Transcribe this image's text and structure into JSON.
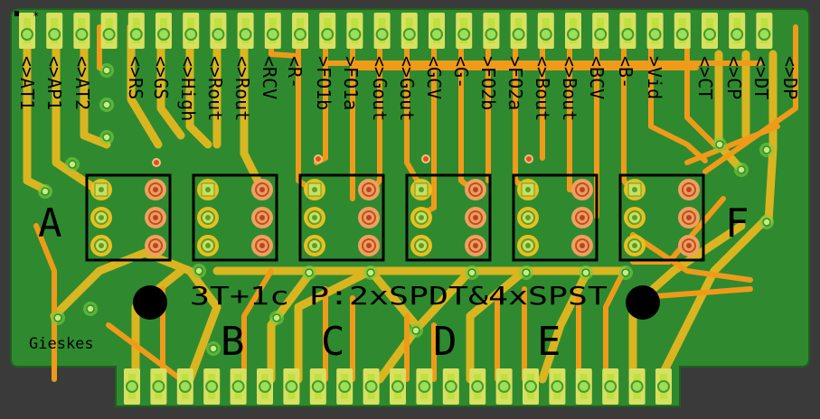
{
  "board": {
    "designer": "Gieskes",
    "title": "3T+1c P:2xSPDT&4xSPST",
    "switch_labels": [
      "A",
      "B",
      "C",
      "D",
      "E",
      "F"
    ],
    "colors": {
      "background": "#3a3a3a",
      "pcb": "#2f8a2f",
      "trace_top": "#f0a020",
      "trace_bottom": "#e8c020",
      "pad": "#c8e040",
      "via_glow": "#9ae05a",
      "copper_ring": "#f0c080"
    }
  },
  "top_connector_labels": [
    "<>AT1",
    "<>AP1",
    "<>AT2",
    "<>RS",
    "<>GS",
    "<>High",
    "<>Rout",
    "<>Rout",
    "<RCV",
    "<R-",
    ">FO1b",
    ">FO1a",
    "<>Gout",
    "<>Gout",
    "<GCV",
    "<G-",
    ">FO2b",
    ">FO2a",
    "<>Bout",
    "<>Bout",
    "<BCV",
    "<B-",
    ">Vid",
    "<>CT",
    "<>CP",
    "<>DT",
    "<>DP"
  ]
}
